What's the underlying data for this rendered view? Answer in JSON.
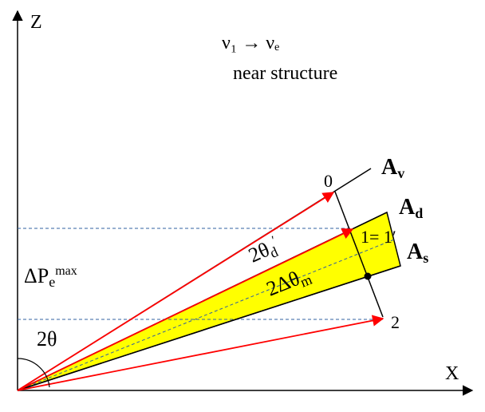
{
  "axes": {
    "z_label": "Z",
    "x_label": "X"
  },
  "title": {
    "transition": "ν₁ → νₑ",
    "subtitle": "near structure"
  },
  "points": {
    "p0": "0",
    "p1": "1= 1′",
    "p2": "2"
  },
  "beams": {
    "av": "A",
    "av_sub": "v",
    "ad": "A",
    "ad_sub": "d",
    "as": "A",
    "as_sub": "s"
  },
  "angles": {
    "two_theta_d": "2θ",
    "two_theta_d_sub": "d",
    "two_theta_d_prime": "′",
    "two_delta_theta_m": "2Δθ",
    "two_delta_theta_m_sub": "m",
    "two_theta": "2θ"
  },
  "delta_p": {
    "base": "ΔP",
    "sub": "e",
    "sup": "max"
  },
  "colors": {
    "vector": "#ff0000",
    "band": "#ffff00",
    "dashed": "#3060a0",
    "ink": "#000000"
  }
}
